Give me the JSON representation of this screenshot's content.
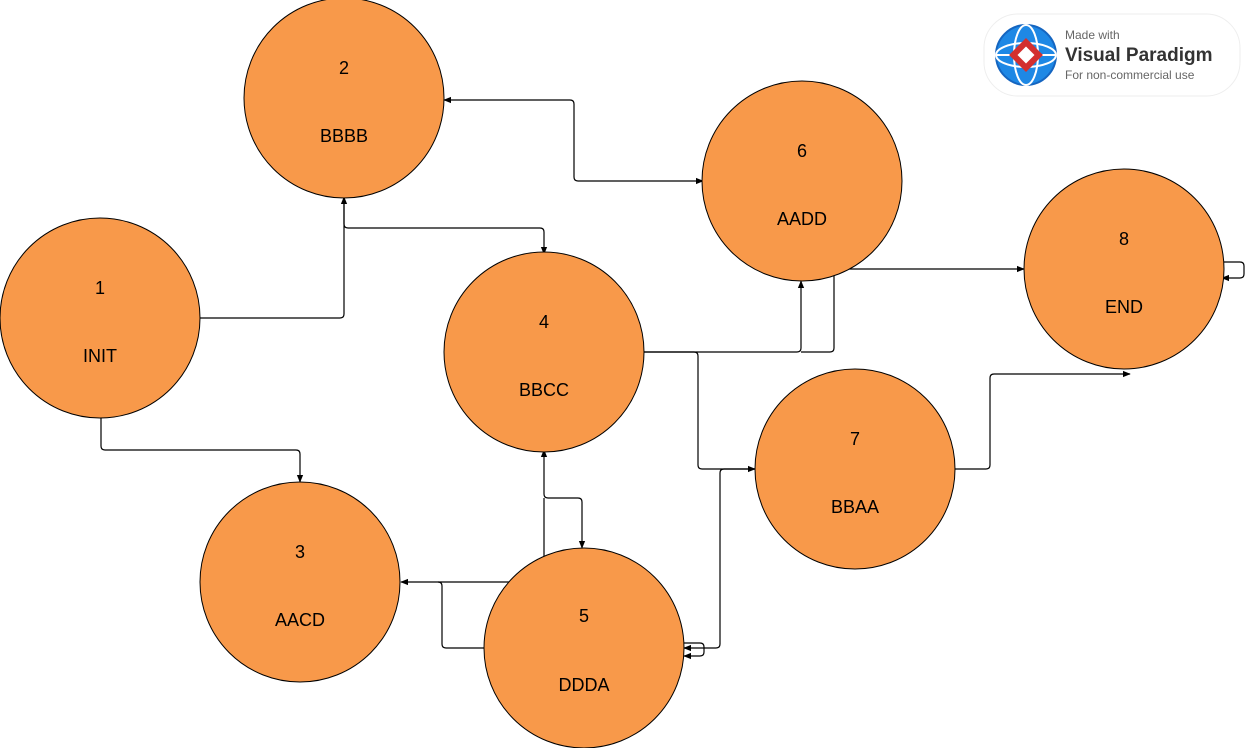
{
  "diagram": {
    "states": [
      {
        "id": "1",
        "number": "1",
        "label": "INIT"
      },
      {
        "id": "2",
        "number": "2",
        "label": "BBBB"
      },
      {
        "id": "3",
        "number": "3",
        "label": "AACD"
      },
      {
        "id": "4",
        "number": "4",
        "label": "BBCC"
      },
      {
        "id": "5",
        "number": "5",
        "label": "DDDA"
      },
      {
        "id": "6",
        "number": "6",
        "label": "AADD"
      },
      {
        "id": "7",
        "number": "7",
        "label": "BBAA"
      },
      {
        "id": "8",
        "number": "8",
        "label": "END"
      }
    ],
    "transitions": [
      {
        "from": "1",
        "to": "2"
      },
      {
        "from": "1",
        "to": "3"
      },
      {
        "from": "2",
        "to": "6"
      },
      {
        "from": "6",
        "to": "2"
      },
      {
        "from": "2",
        "to": "4"
      },
      {
        "from": "4",
        "to": "6"
      },
      {
        "from": "4",
        "to": "8"
      },
      {
        "from": "4",
        "to": "7"
      },
      {
        "from": "4",
        "to": "5"
      },
      {
        "from": "5",
        "to": "4"
      },
      {
        "from": "5",
        "to": "3"
      },
      {
        "from": "5",
        "to": "5"
      },
      {
        "from": "7",
        "to": "5"
      },
      {
        "from": "7",
        "to": "8"
      },
      {
        "from": "8",
        "to": "8"
      }
    ],
    "colors": {
      "state_fill": "#F8994A",
      "line": "#000000"
    }
  },
  "watermark": {
    "line1": "Made with",
    "line2": "Visual Paradigm",
    "line3": "For non-commercial use",
    "logo": "visual-paradigm-logo"
  }
}
